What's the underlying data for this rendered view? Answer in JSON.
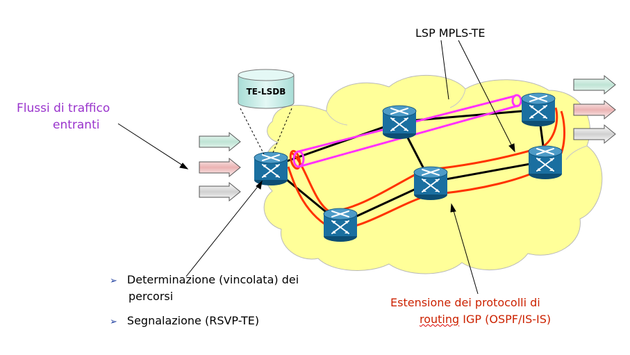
{
  "labels": {
    "incoming_flows_line1": "Flussi di traffico",
    "incoming_flows_line2": "entranti",
    "lsp": "LSP MPLS-TE",
    "database": "TE-LSDB",
    "igp_ext_line1": "Estensione dei protocolli di",
    "igp_ext_line2_a": "routing",
    "igp_ext_line2_b": " IGP (OSPF/IS-IS)"
  },
  "bullets": [
    {
      "marker": "➢",
      "line1": "Determinazione  (vincolata)  dei",
      "line2": "percorsi"
    },
    {
      "marker": "➢",
      "line1": "Segnalazione (RSVP-TE)"
    }
  ],
  "colors": {
    "cloud": "#ffff99",
    "router": "#1a6fa0",
    "lsp_magenta": "#ff33ff",
    "path_red": "#ff3300",
    "flows_purple": "#9933cc",
    "db": "#ccf2ee",
    "in_arrow_green": "#d9f0e8",
    "in_arrow_red": "#f6d6d6",
    "in_arrow_grey": "#eeeeee"
  },
  "icons": {
    "router": "router-icon",
    "database": "database-cylinder-icon",
    "bullet": "arrow-bullet-icon"
  }
}
